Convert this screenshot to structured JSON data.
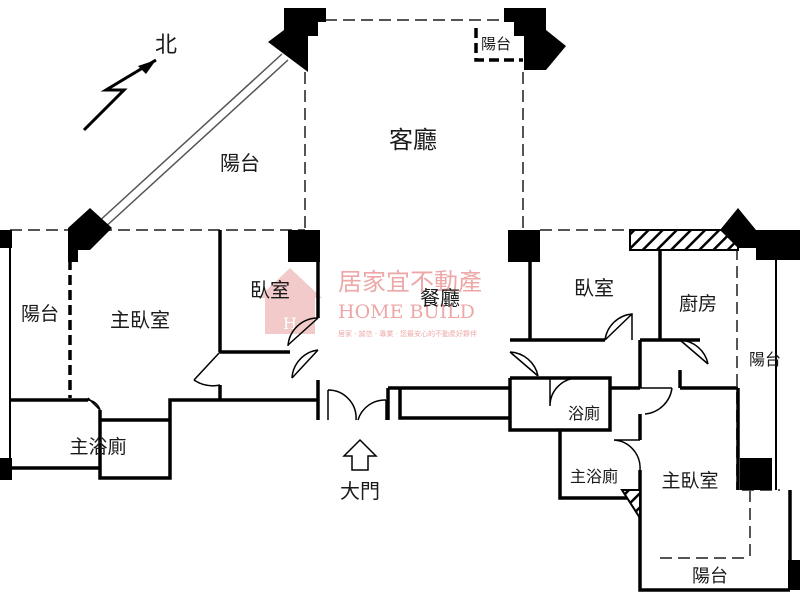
{
  "compass": {
    "label": "北",
    "icon": "north-arrow-icon"
  },
  "rooms": {
    "living_room": "客廳",
    "living_balcony": "陽台",
    "top_balcony": "陽台",
    "master_bedroom_left": "主臥室",
    "bedroom_left": "臥室",
    "dining_room": "餐廳",
    "balcony_left": "陽台",
    "master_bath_left": "主浴廁",
    "bedroom_right": "臥室",
    "kitchen": "廚房",
    "balcony_right": "陽台",
    "bathroom": "浴廁",
    "master_bath_right": "主浴廁",
    "master_bedroom_right": "主臥室",
    "bottom_balcony": "陽台"
  },
  "entrance": {
    "label": "大門",
    "icon": "entrance-arrow-icon"
  },
  "watermark": {
    "brand": "居家宜不動產",
    "brand_en": "HOME BUILD",
    "tagline": "居家 · 誠信 · 專業 · 您最安心的不動產好夥伴",
    "color": "#e06060",
    "icon": "house-logo-icon"
  },
  "colors": {
    "wall": "#000000",
    "ink": "#1a1a1a"
  }
}
